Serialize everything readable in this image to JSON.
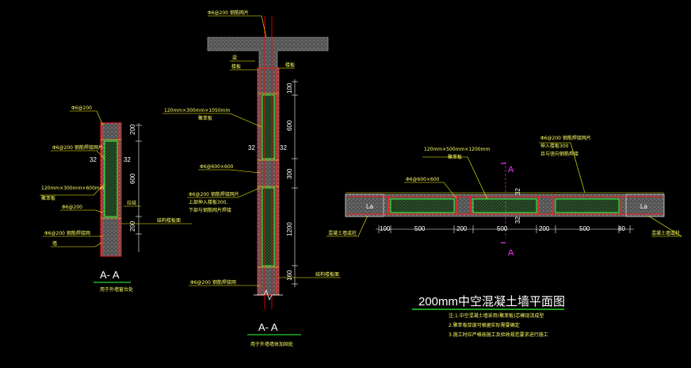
{
  "left_detail": {
    "labels": {
      "top_rebar": "Φ6@200",
      "conn_rebar": "Φ6@200 钢筋焊接网片",
      "block_size": "120mm×300mm×600mm",
      "block_name": "聚苯板",
      "mid_rebar": "Φ6@200",
      "bottom_rebar": "Φ6@200 钢筋焊接网",
      "bottom_note": "墙",
      "right_label": "拉结",
      "right_note": "结构楼板面",
      "dim_32_left": "32",
      "dim_32_right": "32"
    },
    "dims": [
      "200",
      "600",
      "200"
    ],
    "section_label": "A- A",
    "caption": "用于外墙窗台处"
  },
  "center_detail": {
    "labels": {
      "top": "Φ6@200 钢筋网片",
      "beam_left": "梁",
      "beam_left2": "楼板",
      "beam_right": "楼板",
      "block_size": "120mm×300mm×1050mm",
      "block_name": "聚苯板",
      "dim_32_left": "32",
      "dim_32_right": "32",
      "mid_rebar": "Φ6@600×600",
      "conn_line1": "Φ6@200 钢筋焊接网片",
      "conn_line2": "上部伸入楼板300,",
      "conn_line3": "下部与钢筋网片焊接",
      "right_note": "结构楼板面",
      "bottom_rebar": "Φ6@200 钢筋焊接网"
    },
    "dims": [
      "100",
      "600",
      "300",
      "1200",
      "160"
    ],
    "section_label": "A- A",
    "caption": "用于外墙墙体加固处"
  },
  "plan": {
    "top_rebar_line1": "Φ6@200 钢筋焊接网片",
    "top_rebar_line2": "伸入楼板300",
    "top_rebar_line3": "且与竖向钢筋焊接",
    "block_size": "120mm×500mm×1200mm",
    "block_name": "聚苯板",
    "mid_rebar": "Φ6@600×600",
    "la_left": "La",
    "la_right": "La",
    "left_note": "混凝土墙或柱",
    "right_note": "混凝土墙或柱",
    "section_mark_top": "A",
    "section_mark_bottom": "A",
    "dim_32_top": "32",
    "dim_32_bottom": "32",
    "dims": [
      "100",
      "500",
      "200",
      "500",
      "200",
      "500",
      "80"
    ]
  },
  "title": "200mm中空混凝土墙平面图",
  "notes": [
    "注:1.中空混凝土墙采用(聚苯板)芯模现浇成型",
    "2.聚苯板厚度可根据实际需要确定",
    "3.施工时应严格按施工及验收规范要求进行施工"
  ],
  "colors": {
    "background": "#000000",
    "concrete_gray": "#6e6e6e",
    "rebar_red": "#ff2020",
    "block_green": "#33ff33",
    "leader_yellow": "#ffff00",
    "axis_red": "#ff0000",
    "section_magenta": "#ff33ff",
    "dim_white": "#ffffff"
  }
}
